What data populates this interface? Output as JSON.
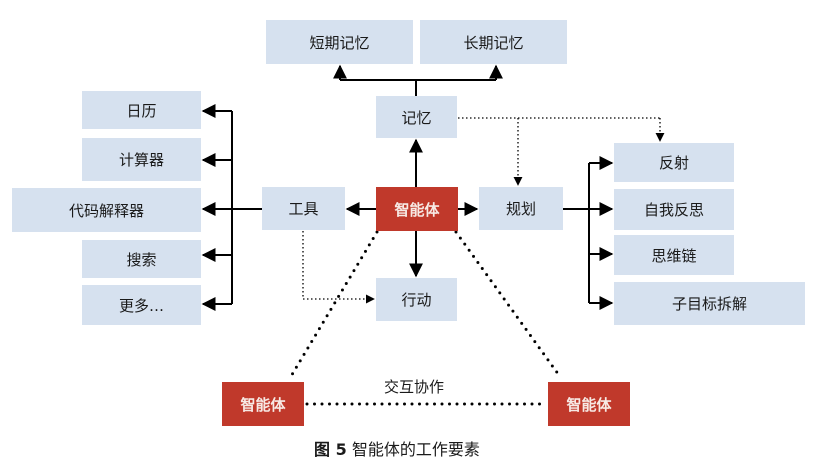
{
  "diagram": {
    "center_agent": "智能体",
    "memory": {
      "label": "记忆",
      "children": [
        "短期记忆",
        "长期记忆"
      ]
    },
    "tools": {
      "label": "工具",
      "children": [
        "日历",
        "计算器",
        "代码解释器",
        "搜索",
        "更多…"
      ]
    },
    "planning": {
      "label": "规划",
      "children": [
        "反射",
        "自我反思",
        "思维链",
        "子目标拆解"
      ]
    },
    "action": {
      "label": "行动"
    },
    "collaboration": {
      "label": "交互协作",
      "agents": [
        "智能体",
        "智能体"
      ]
    },
    "colors": {
      "node_fill": "#d6e1ef",
      "agent_fill": "#c0392b",
      "line": "#000000"
    }
  },
  "caption": {
    "prefix": "图 5",
    "text": "智能体的工作要素"
  }
}
